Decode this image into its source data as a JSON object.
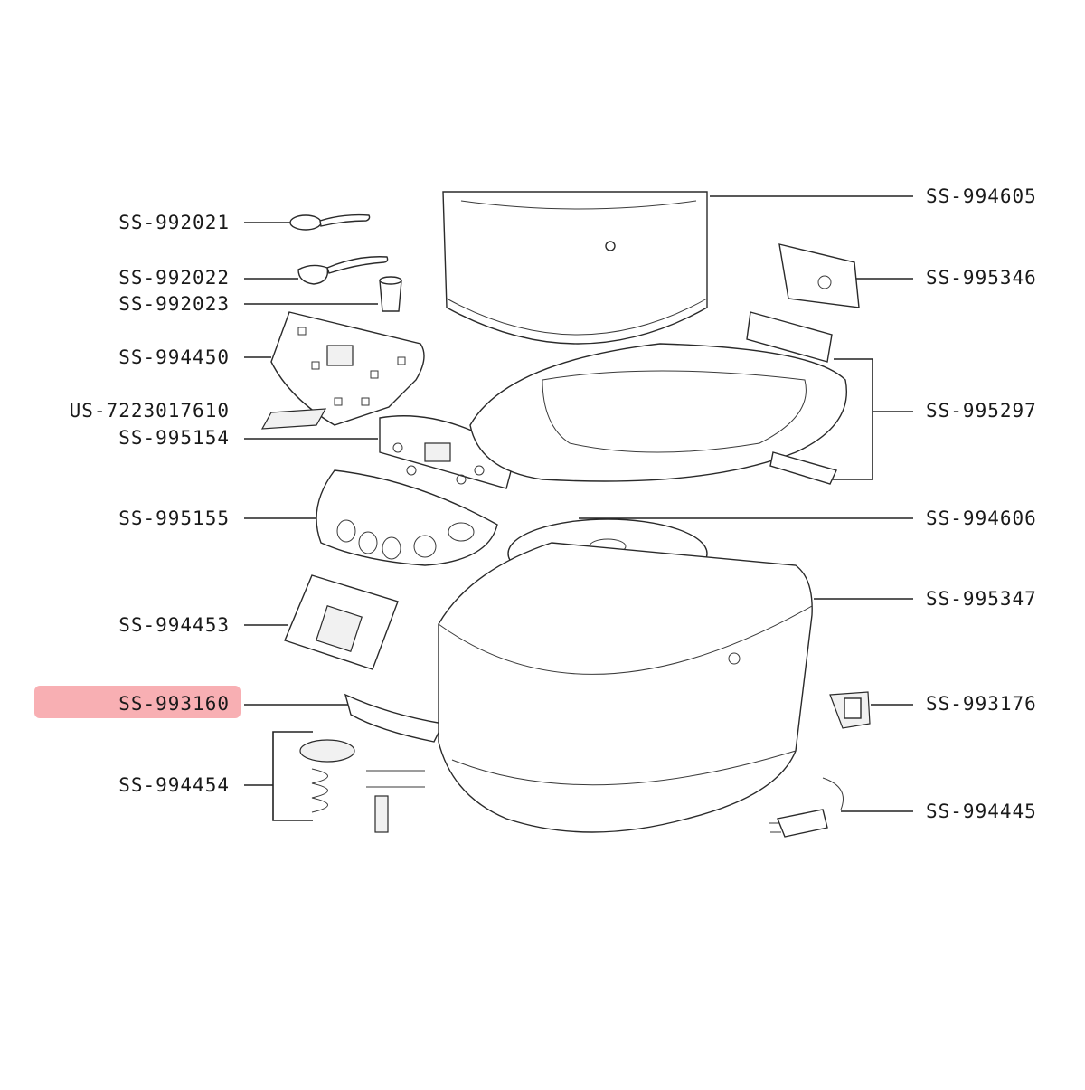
{
  "diagram": {
    "highlight_color": "#f7a1a6",
    "highlighted_part": "SS-993160",
    "left_labels": [
      {
        "id": "l1",
        "text": "SS-992021"
      },
      {
        "id": "l2",
        "text": "SS-992022"
      },
      {
        "id": "l3",
        "text": "SS-992023"
      },
      {
        "id": "l4",
        "text": "SS-994450"
      },
      {
        "id": "l5",
        "text": "US-7223017610"
      },
      {
        "id": "l6",
        "text": "SS-995154"
      },
      {
        "id": "l7",
        "text": "SS-995155"
      },
      {
        "id": "l8",
        "text": "SS-994453"
      },
      {
        "id": "l9",
        "text": "SS-993160"
      },
      {
        "id": "l10",
        "text": "SS-994454"
      }
    ],
    "right_labels": [
      {
        "id": "r1",
        "text": "SS-994605"
      },
      {
        "id": "r2",
        "text": "SS-995346"
      },
      {
        "id": "r3",
        "text": "SS-995297"
      },
      {
        "id": "r4",
        "text": "SS-994606"
      },
      {
        "id": "r5",
        "text": "SS-995347"
      },
      {
        "id": "r6",
        "text": "SS-993176"
      },
      {
        "id": "r7",
        "text": "SS-994445"
      }
    ]
  }
}
